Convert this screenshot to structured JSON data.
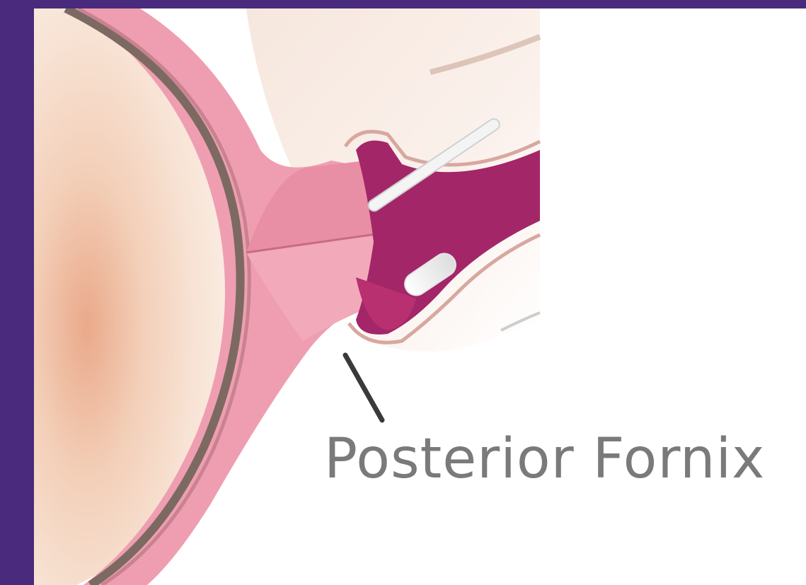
{
  "diagram": {
    "label": "Posterior Fornix"
  },
  "colors": {
    "frame": "#4a2a7c",
    "background": "#ffffff",
    "cervix_tissue": "#e78aa0",
    "vaginal_wall": "#ef9eb1",
    "canal_dark": "#a32669",
    "baby_head": "#f3d8c4",
    "swab": "#ffffff",
    "label_text": "#7a7a7a"
  },
  "icons": [
    "swab-illustration",
    "pointer-line"
  ]
}
